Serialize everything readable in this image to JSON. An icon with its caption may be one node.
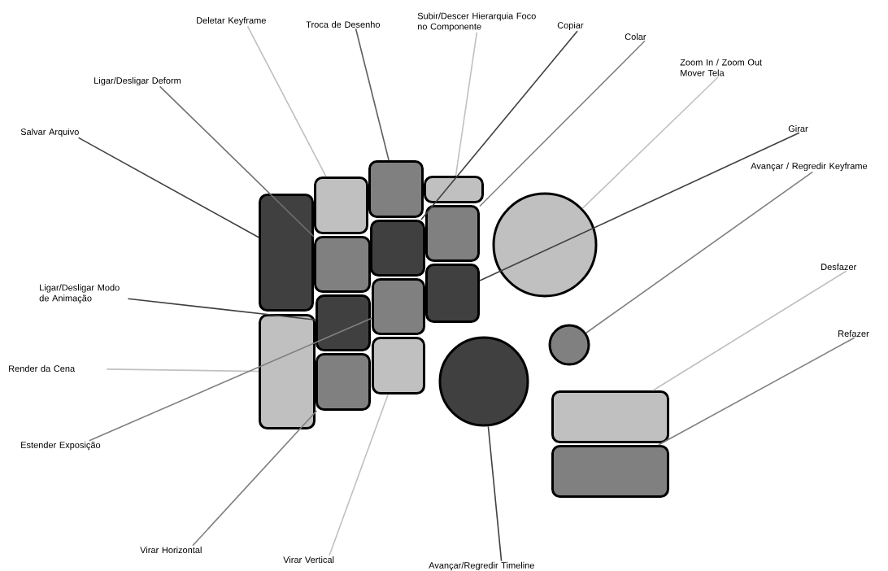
{
  "diagram": {
    "nodes": [
      {
        "text": [
          "Deletar Keyframe"
        ]
      },
      {
        "text": [
          "Troca de Desenho"
        ]
      },
      {
        "text": [
          "Subir/Descer Hierarquia Foco no Componente"
        ]
      },
      {
        "text": [
          "Copiar"
        ]
      },
      {
        "text": [
          "Colar"
        ]
      },
      {
        "text": [
          "Zoom In / Zoom Out Mover Tela"
        ]
      },
      {
        "text": [
          "Ligar/Desligar Deform"
        ]
      },
      {
        "text": [
          "Girar"
        ]
      },
      {
        "text": [
          "Salvar Arquivo"
        ]
      },
      {
        "text": [
          "Avançar / Regredir Keyframe"
        ]
      },
      {
        "text": [
          "Desfazer"
        ]
      },
      {
        "text": [
          "Ligar/Desligar Modo de Animação"
        ]
      },
      {
        "text": [
          "Refazer"
        ]
      },
      {
        "text": [
          "Render da Cena"
        ]
      },
      {
        "text": [
          "Estender Exposição"
        ]
      },
      {
        "text": [
          "Virar Horizontal"
        ]
      },
      {
        "text": [
          "Virar Vertical"
        ]
      },
      {
        "text": [
          "Avançar/Regredir Timeline"
        ]
      },
      {
        "text": [],
        "shape": "box"
      },
      {
        "text": [],
        "shape": "box"
      },
      {
        "text": [],
        "shape": "box"
      },
      {
        "text": [],
        "shape": "box"
      },
      {
        "text": [],
        "shape": "box"
      },
      {
        "text": [],
        "shape": "box"
      },
      {
        "text": [],
        "shape": "box"
      },
      {
        "text": [],
        "shape": "box"
      },
      {
        "text": [],
        "shape": "box"
      },
      {
        "text": [],
        "shape": "box"
      },
      {
        "text": [],
        "shape": "box"
      },
      {
        "text": [],
        "shape": "box"
      },
      {
        "text": [],
        "shape": "box"
      },
      {
        "text": [],
        "shape": "circle"
      },
      {
        "text": [],
        "shape": "circle"
      },
      {
        "text": [],
        "shape": "circle"
      },
      {
        "text": [],
        "shape": "box"
      },
      {
        "text": [],
        "shape": "box"
      }
    ],
    "edges": [
      {
        "from": 0,
        "to": 20,
        "arrow": "none",
        "color": "#c0c0c0"
      },
      {
        "from": 1,
        "to": 24,
        "arrow": "none",
        "color": "#606060"
      },
      {
        "from": 2,
        "to": 28,
        "arrow": "none",
        "color": "#c0c0c0"
      },
      {
        "from": 3,
        "to": 25,
        "arrow": "none",
        "color": "#404040"
      },
      {
        "from": 4,
        "to": 29,
        "arrow": "none",
        "color": "#808080"
      },
      {
        "from": 5,
        "to": 31,
        "arrow": "none",
        "color": "#c0c0c0"
      },
      {
        "from": 6,
        "to": 21,
        "arrow": "none",
        "color": "#707070"
      },
      {
        "from": 7,
        "to": 30,
        "arrow": "none",
        "color": "#404040"
      },
      {
        "from": 8,
        "to": 18,
        "arrow": "none",
        "color": "#404040"
      },
      {
        "from": 9,
        "to": 33,
        "arrow": "none",
        "color": "#808080"
      },
      {
        "from": 10,
        "to": 34,
        "arrow": "none",
        "color": "#c0c0c0"
      },
      {
        "from": 11,
        "to": 22,
        "arrow": "none",
        "color": "#404040"
      },
      {
        "from": 12,
        "to": 35,
        "arrow": "none",
        "color": "#808080"
      },
      {
        "from": 13,
        "to": 19,
        "arrow": "none",
        "color": "#c0c0c0"
      },
      {
        "from": 14,
        "to": 26,
        "arrow": "none",
        "color": "#808080"
      },
      {
        "from": 15,
        "to": 23,
        "arrow": "none",
        "color": "#808080"
      },
      {
        "from": 16,
        "to": 27,
        "arrow": "none",
        "color": "#c0c0c0"
      },
      {
        "from": 17,
        "to": 32,
        "arrow": "none",
        "color": "#404040"
      }
    ]
  }
}
